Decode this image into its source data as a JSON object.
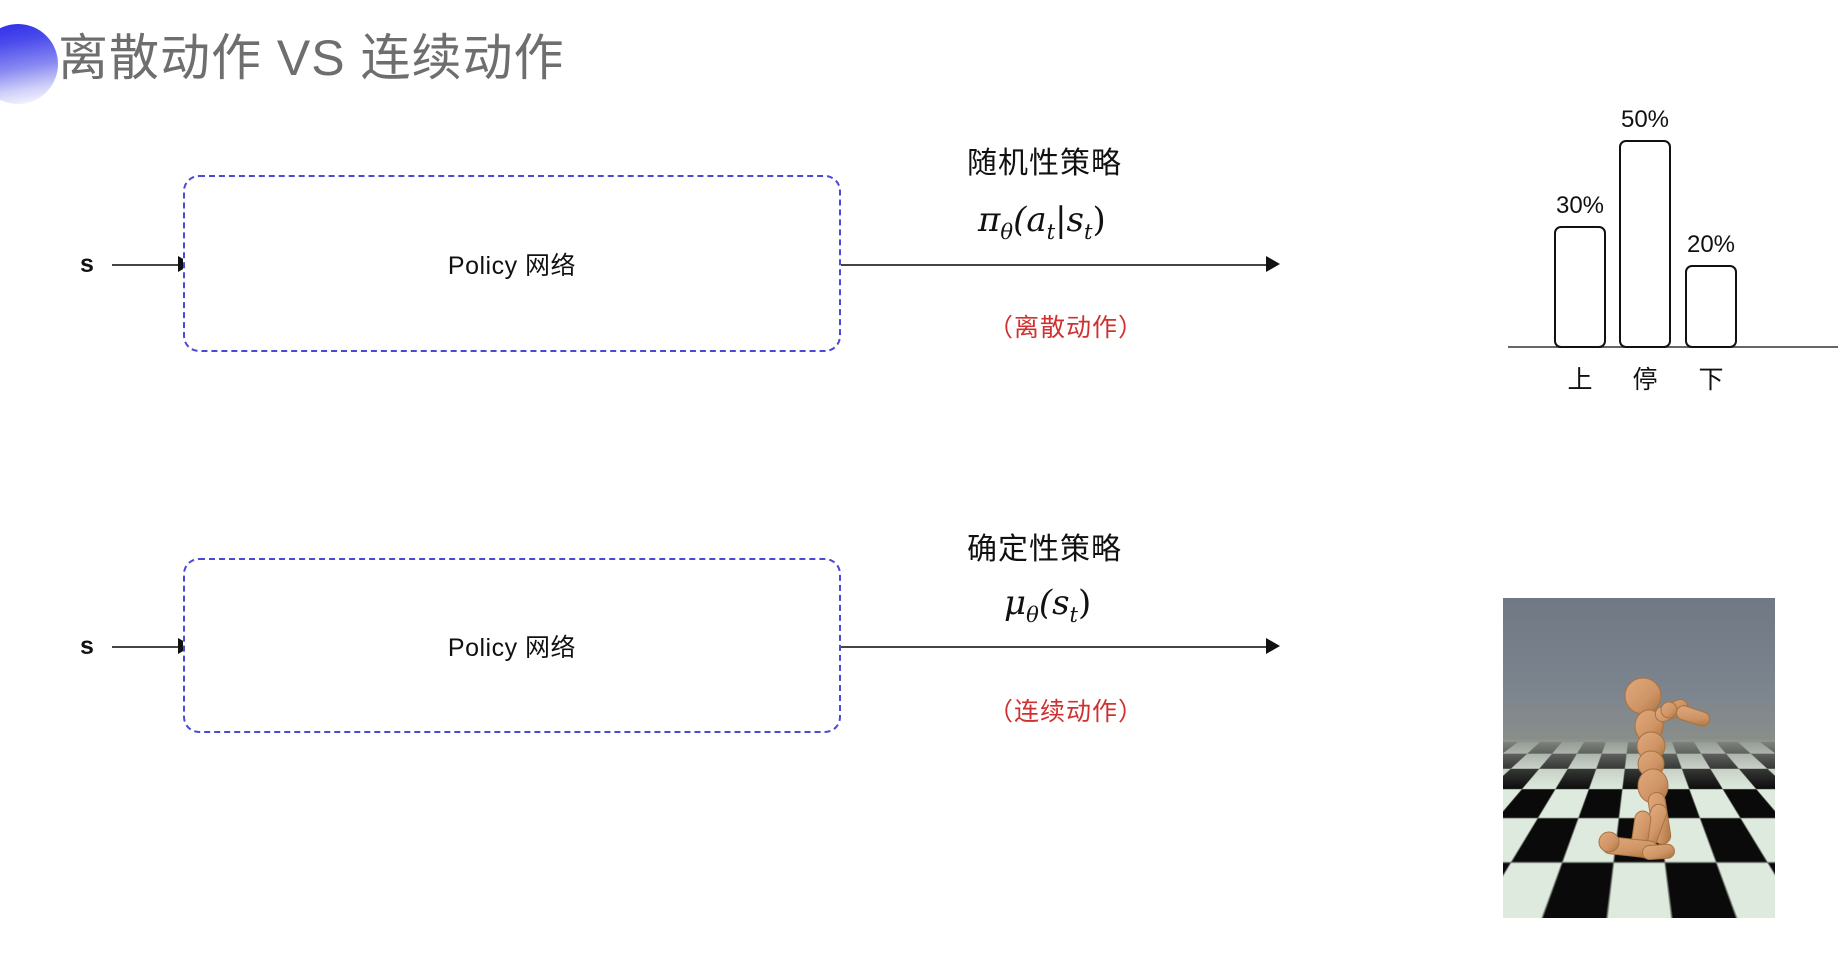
{
  "slide": {
    "title": "离散动作 VS 连续动作",
    "decor_icon": "half-circle-gradient-icon",
    "accent_color": "#2b2be6",
    "box_border_color": "#4a4ad8",
    "note_color": "#d03030",
    "title_color": "#6e6e6e"
  },
  "rows": [
    {
      "id": "discrete",
      "state_label": "s",
      "policy_box_label": "Policy 网络",
      "policy_kind": "随机性策略",
      "formula_main": "π",
      "formula_sub": "θ",
      "formula_args": "(a",
      "formula_arg_sub1": "t",
      "formula_mid": "|s",
      "formula_arg_sub2": "t",
      "formula_close": ")",
      "formula_plain": "π_θ(a_t|s_t)",
      "action_note": "（离散动作）"
    },
    {
      "id": "continuous",
      "state_label": "s",
      "policy_box_label": "Policy 网络",
      "policy_kind": "确定性策略",
      "formula_main": "μ",
      "formula_sub": "θ",
      "formula_args": "(s",
      "formula_arg_sub1": "t",
      "formula_close": ")",
      "formula_plain": "μ_θ(s_t)",
      "action_note": "（连续动作）"
    }
  ],
  "chart_data": {
    "type": "bar",
    "categories": [
      "上",
      "停",
      "下"
    ],
    "values": [
      30,
      50,
      20
    ],
    "value_labels": [
      "30%",
      "50%",
      "20%"
    ],
    "title": "",
    "xlabel": "",
    "ylabel": "",
    "ylim": [
      0,
      60
    ],
    "grid": false,
    "legend": "none",
    "bar_fill": "#ffffff",
    "bar_stroke": "#111111"
  },
  "humanoid": {
    "caption": "",
    "scene": "mujoco-humanoid-on-checkerboard",
    "sky_color": "#737d8a",
    "body_color": "#d2996c",
    "floor_colors": [
      "#0a0a0a",
      "#dfeade"
    ]
  }
}
